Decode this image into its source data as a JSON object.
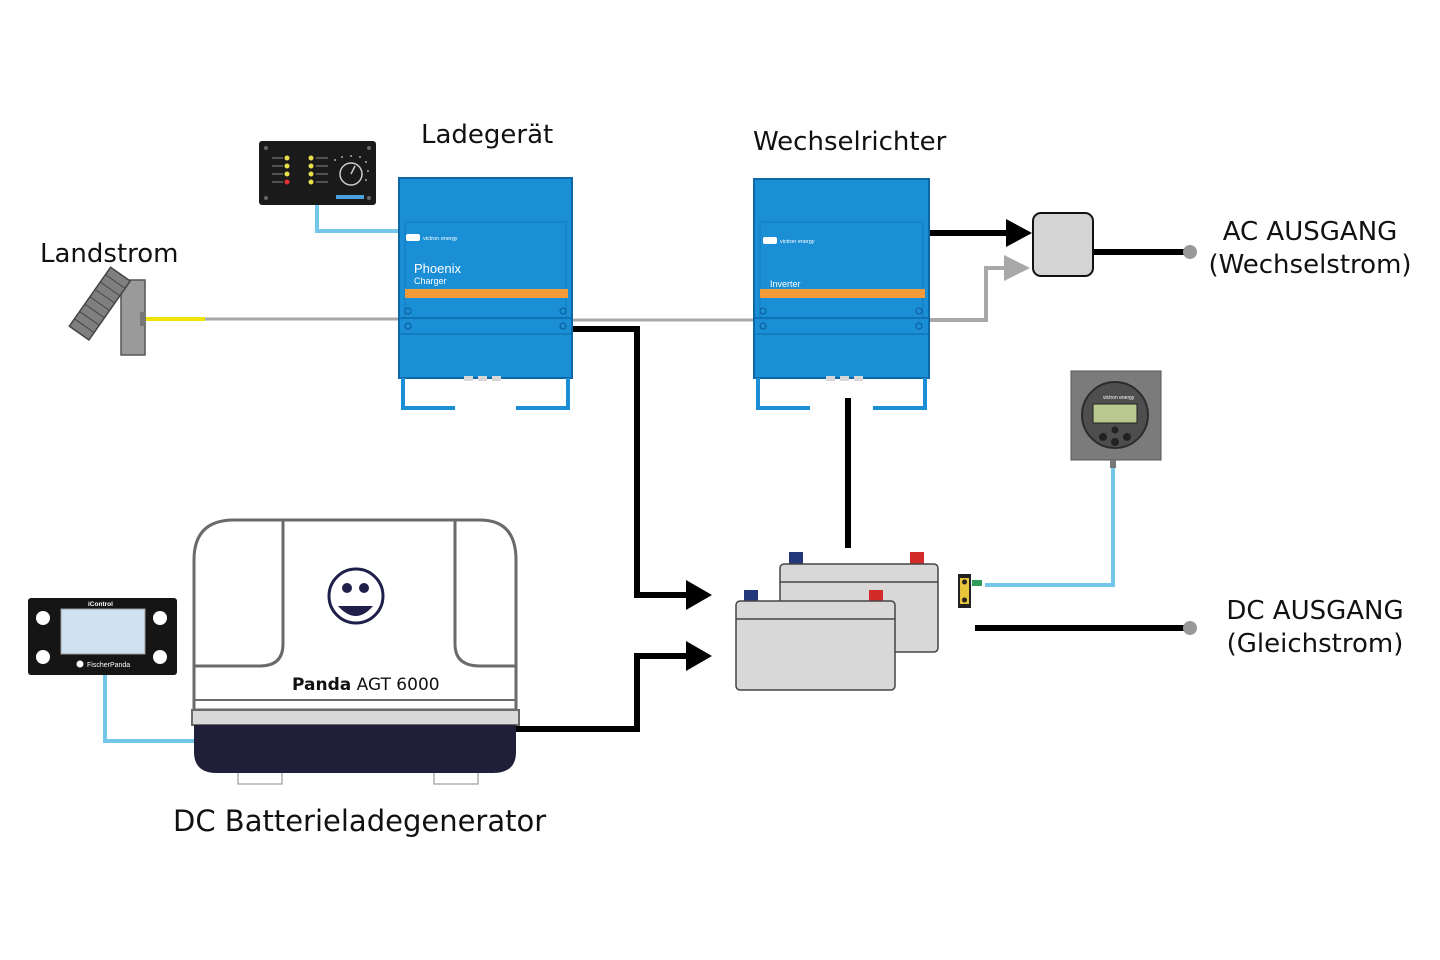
{
  "labels": {
    "landstrom": "Landstrom",
    "ladegeraet": "Ladegerät",
    "wechselrichter": "Wechselrichter",
    "ac_out_line1": "AC AUSGANG",
    "ac_out_line2": "(Wechselstrom)",
    "dc_out_line1": "DC AUSGANG",
    "dc_out_line2": "(Gleichstrom)",
    "generator": "DC Batterieladegenerator"
  },
  "devices": {
    "charger": {
      "brand": "victron energy",
      "name": "Phoenix",
      "sub": "Charger"
    },
    "inverter": {
      "brand": "victron energy",
      "name": "Inverter"
    },
    "generator": {
      "brand_bold": "Panda",
      "model": "AGT 6000"
    },
    "control_panel": {
      "title": "iControl",
      "brand": "FischerPanda"
    },
    "battery_monitor": {
      "brand": "victron energy"
    }
  },
  "colors": {
    "victron_blue": "#1a8fd6",
    "victron_orange": "#f39a3b",
    "signal_cable": "#74c6ea",
    "ac_cable": "#a8a8a8",
    "dc_cable": "#000000",
    "shore_cable": "#f1e300",
    "generator_dark": "#1f1f3a"
  }
}
